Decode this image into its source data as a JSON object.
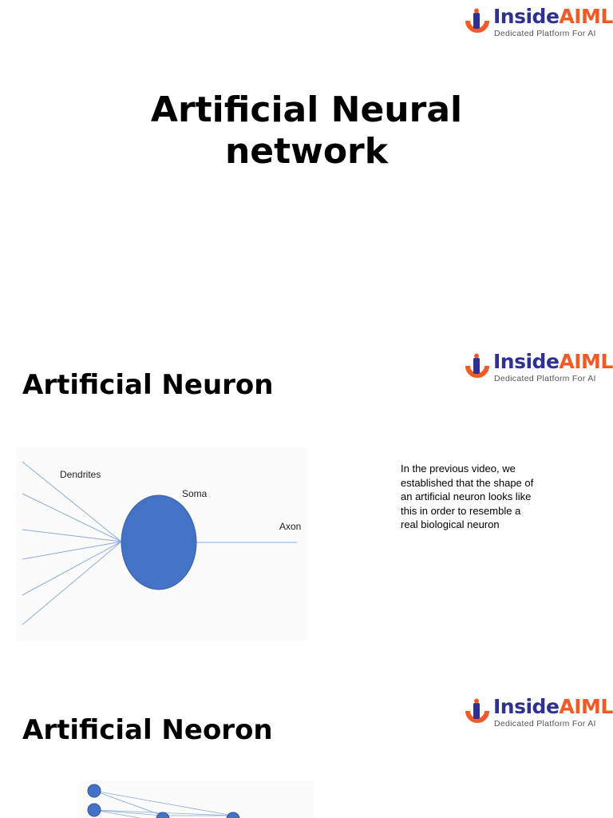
{
  "logo": {
    "brand_part1": "Inside",
    "brand_part2": "AIML",
    "tagline": "Dedicated Platform For AI",
    "icon": "insideaiml-logo-icon"
  },
  "slide1": {
    "title_line1": "Artificial Neural",
    "title_line2": "network"
  },
  "slide2": {
    "title": "Artificial Neuron",
    "figure": {
      "label_dendrites": "Dendrites",
      "label_soma": "Soma",
      "label_axon": "Axon"
    },
    "description": " In the previous video, we established that the shape of an artificial neuron looks like this in order to resemble a real biological neuron"
  },
  "slide3": {
    "title": "Artificial Neoron"
  },
  "colors": {
    "brand_blue": "#2e3192",
    "brand_orange": "#f15a24",
    "node_blue": "#4472c4",
    "line_blue": "#8eaadb"
  }
}
